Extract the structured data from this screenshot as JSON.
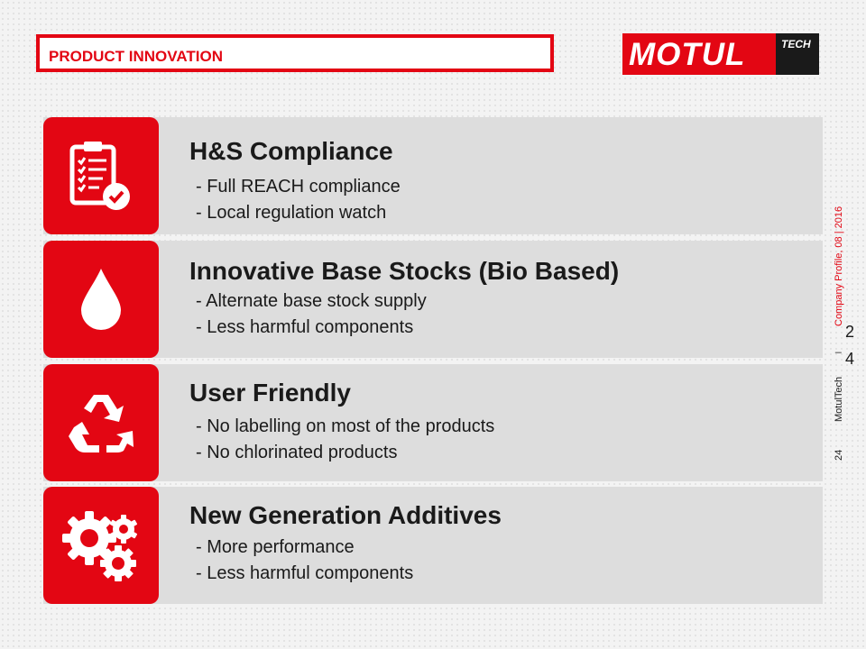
{
  "header": {
    "section_title": "PRODUCT INNOVATION",
    "logo_main": "MOTUL",
    "logo_sub": "TECH"
  },
  "rows": [
    {
      "icon": "clipboard-check-icon",
      "title": "H&S Compliance",
      "line1": "- Full REACH compliance",
      "line2": "- Local regulation watch"
    },
    {
      "icon": "droplet-icon",
      "title": "Innovative Base Stocks (Bio Based)",
      "line1": "- Alternate base stock supply",
      "line2": "- Less harmful components"
    },
    {
      "icon": "recycle-icon",
      "title": "User Friendly",
      "line1": "- No labelling on most of the products",
      "line2": "- No chlorinated products"
    },
    {
      "icon": "gears-icon",
      "title": "New Generation Additives",
      "line1": "- More performance",
      "line2": "- Less harmful components"
    }
  ],
  "sidebar": {
    "profile": "Company Profile, 08 | 2016",
    "company": "MotulTech",
    "page_number": "24",
    "page_digit_1": "2",
    "page_digit_2": "4",
    "separator": "_"
  },
  "colors": {
    "accent": "#e30613",
    "band": "#dddddd",
    "text": "#1a1a1a"
  }
}
